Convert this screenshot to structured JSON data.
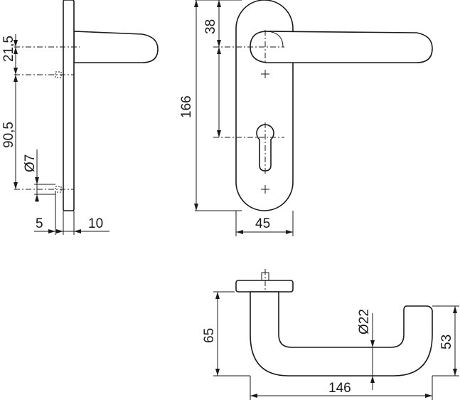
{
  "dimensions": {
    "side_21_5": "21,5",
    "side_90_5": "90,5",
    "side_dia_7": "Ø7",
    "side_5": "5",
    "side_10": "10",
    "front_38": "38",
    "front_166": "166",
    "front_45": "45",
    "top_65": "65",
    "top_dia_22": "Ø22",
    "top_53": "53",
    "top_146": "146"
  },
  "colors": {
    "ink": "#1a1a1a",
    "background": "#ffffff"
  }
}
